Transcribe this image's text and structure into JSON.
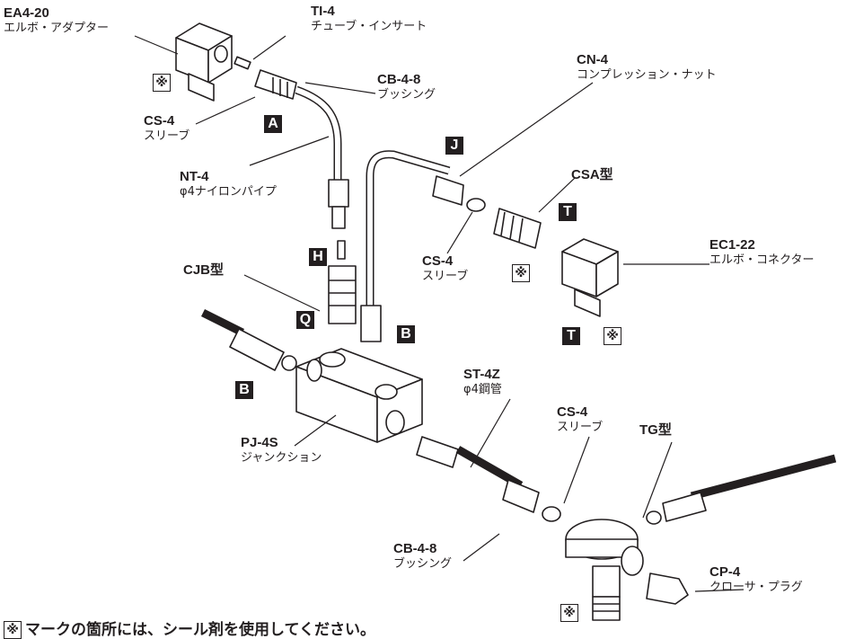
{
  "labels": [
    {
      "id": "ea4-20",
      "code": "EA4-20",
      "name": "エルボ・アダプター"
    },
    {
      "id": "ti-4",
      "code": "TI-4",
      "name": "チューブ・インサート"
    },
    {
      "id": "cb-4-8-top",
      "code": "CB-4-8",
      "name": "ブッシング"
    },
    {
      "id": "cs-4-top",
      "code": "CS-4",
      "name": "スリーブ"
    },
    {
      "id": "nt-4",
      "code": "NT-4",
      "name": "φ4ナイロンパイプ"
    },
    {
      "id": "cn-4",
      "code": "CN-4",
      "name": "コンプレッション・ナット"
    },
    {
      "id": "csa",
      "code": "CSA型",
      "name": ""
    },
    {
      "id": "cs-4-mid",
      "code": "CS-4",
      "name": "スリーブ"
    },
    {
      "id": "ec1-22",
      "code": "EC1-22",
      "name": "エルボ・コネクター"
    },
    {
      "id": "cjb",
      "code": "CJB型",
      "name": ""
    },
    {
      "id": "st-4z",
      "code": "ST-4Z",
      "name": "φ4鋼管"
    },
    {
      "id": "cs-4-bottom",
      "code": "CS-4",
      "name": "スリーブ"
    },
    {
      "id": "tg",
      "code": "TG型",
      "name": ""
    },
    {
      "id": "pj-4s",
      "code": "PJ-4S",
      "name": "ジャンクション"
    },
    {
      "id": "cb-4-8-bottom",
      "code": "CB-4-8",
      "name": "ブッシング"
    },
    {
      "id": "cp-4",
      "code": "CP-4",
      "name": "クローサ・プラグ"
    }
  ],
  "markers": [
    {
      "id": "a",
      "letter": "A"
    },
    {
      "id": "j",
      "letter": "J"
    },
    {
      "id": "t1",
      "letter": "T"
    },
    {
      "id": "h",
      "letter": "H"
    },
    {
      "id": "q",
      "letter": "Q"
    },
    {
      "id": "b1",
      "letter": "B"
    },
    {
      "id": "b2",
      "letter": "B"
    },
    {
      "id": "t2",
      "letter": "T"
    }
  ],
  "seal_symbol": "※",
  "footnote": "マークの箇所には、シール剤を使用してください。"
}
